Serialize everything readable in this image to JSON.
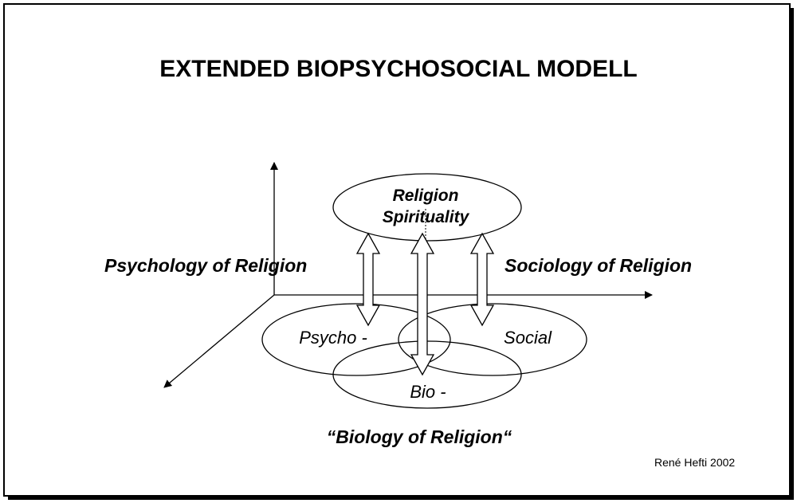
{
  "title": "EXTENDED BIOPSYCHOSOCIAL MODELL",
  "top_node": {
    "line1": "Religion",
    "line2": "Spirituality"
  },
  "circles": {
    "psycho": "Psycho -",
    "social": "Social",
    "bio": "Bio -"
  },
  "labels": {
    "left": "Psychology of Religion",
    "right": "Sociology of Religion",
    "bottom": "“Biology of Religion“"
  },
  "credit": "René Hefti 2002"
}
